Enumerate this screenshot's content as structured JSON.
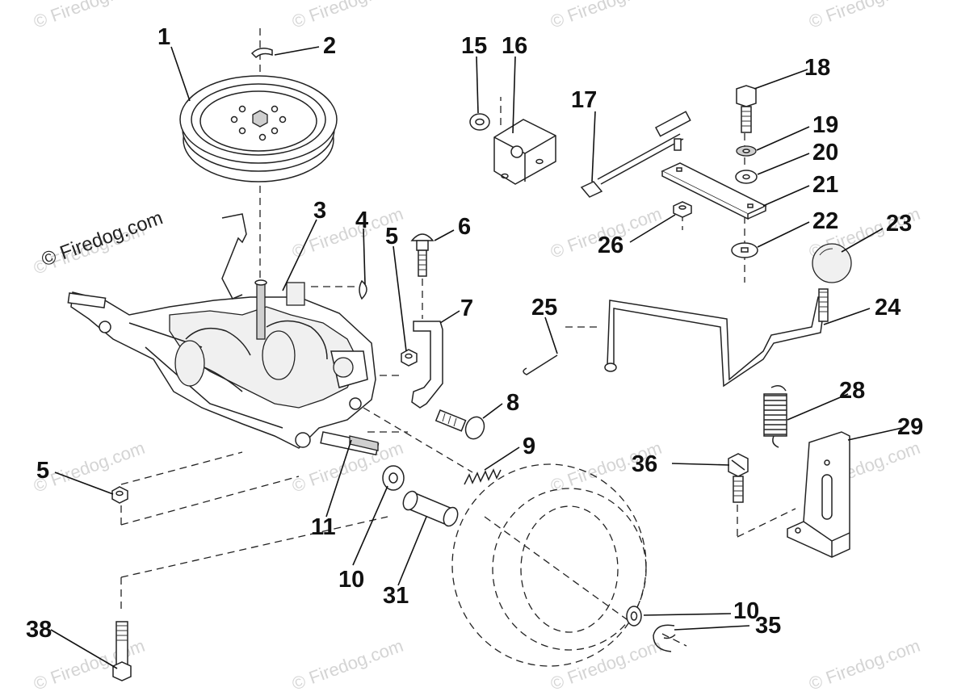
{
  "watermarks": [
    {
      "text": "© Firedog.com"
    },
    {
      "text": "© Firedog.com"
    },
    {
      "text": "© Firedog.com"
    },
    {
      "text": "© Firedog.com"
    },
    {
      "text": "© Firedog.com"
    },
    {
      "text": "© Firedog.com"
    },
    {
      "text": "© Firedog.com"
    },
    {
      "text": "© Firedog.com"
    },
    {
      "text": "© Firedog.com"
    },
    {
      "text": "© Firedog.com"
    },
    {
      "text": "© Firedog.com"
    },
    {
      "text": "© Firedog.com"
    },
    {
      "text": "© Firedog.com"
    },
    {
      "text": "© Firedog.com"
    },
    {
      "text": "© Firedog.com"
    },
    {
      "text": "© Firedog.com"
    }
  ],
  "parts": [
    {
      "number": "1"
    },
    {
      "number": "2"
    },
    {
      "number": "3"
    },
    {
      "number": "4"
    },
    {
      "number": "5"
    },
    {
      "number": "6"
    },
    {
      "number": "7"
    },
    {
      "number": "8"
    },
    {
      "number": "9"
    },
    {
      "number": "10"
    },
    {
      "number": "11"
    },
    {
      "number": "15"
    },
    {
      "number": "16"
    },
    {
      "number": "17"
    },
    {
      "number": "18"
    },
    {
      "number": "19"
    },
    {
      "number": "20"
    },
    {
      "number": "21"
    },
    {
      "number": "22"
    },
    {
      "number": "23"
    },
    {
      "number": "24"
    },
    {
      "number": "25"
    },
    {
      "number": "26"
    },
    {
      "number": "28"
    },
    {
      "number": "29"
    },
    {
      "number": "31"
    },
    {
      "number": "35"
    },
    {
      "number": "36"
    },
    {
      "number": "38"
    },
    {
      "number": "5"
    },
    {
      "number": "10"
    }
  ]
}
